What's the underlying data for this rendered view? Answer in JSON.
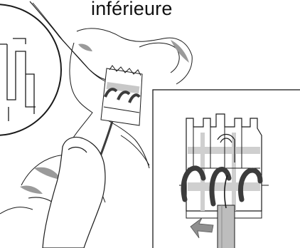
{
  "caption": "inférieure",
  "colors": {
    "line": "#1a1a1a",
    "shade": "#9a9a9a",
    "dark": "#3c3c3c",
    "background": "#ffffff"
  },
  "icons": {
    "magnifier": "magnifier-circle",
    "inset": "detail-inset-frame",
    "arrow": "insertion-arrow"
  }
}
